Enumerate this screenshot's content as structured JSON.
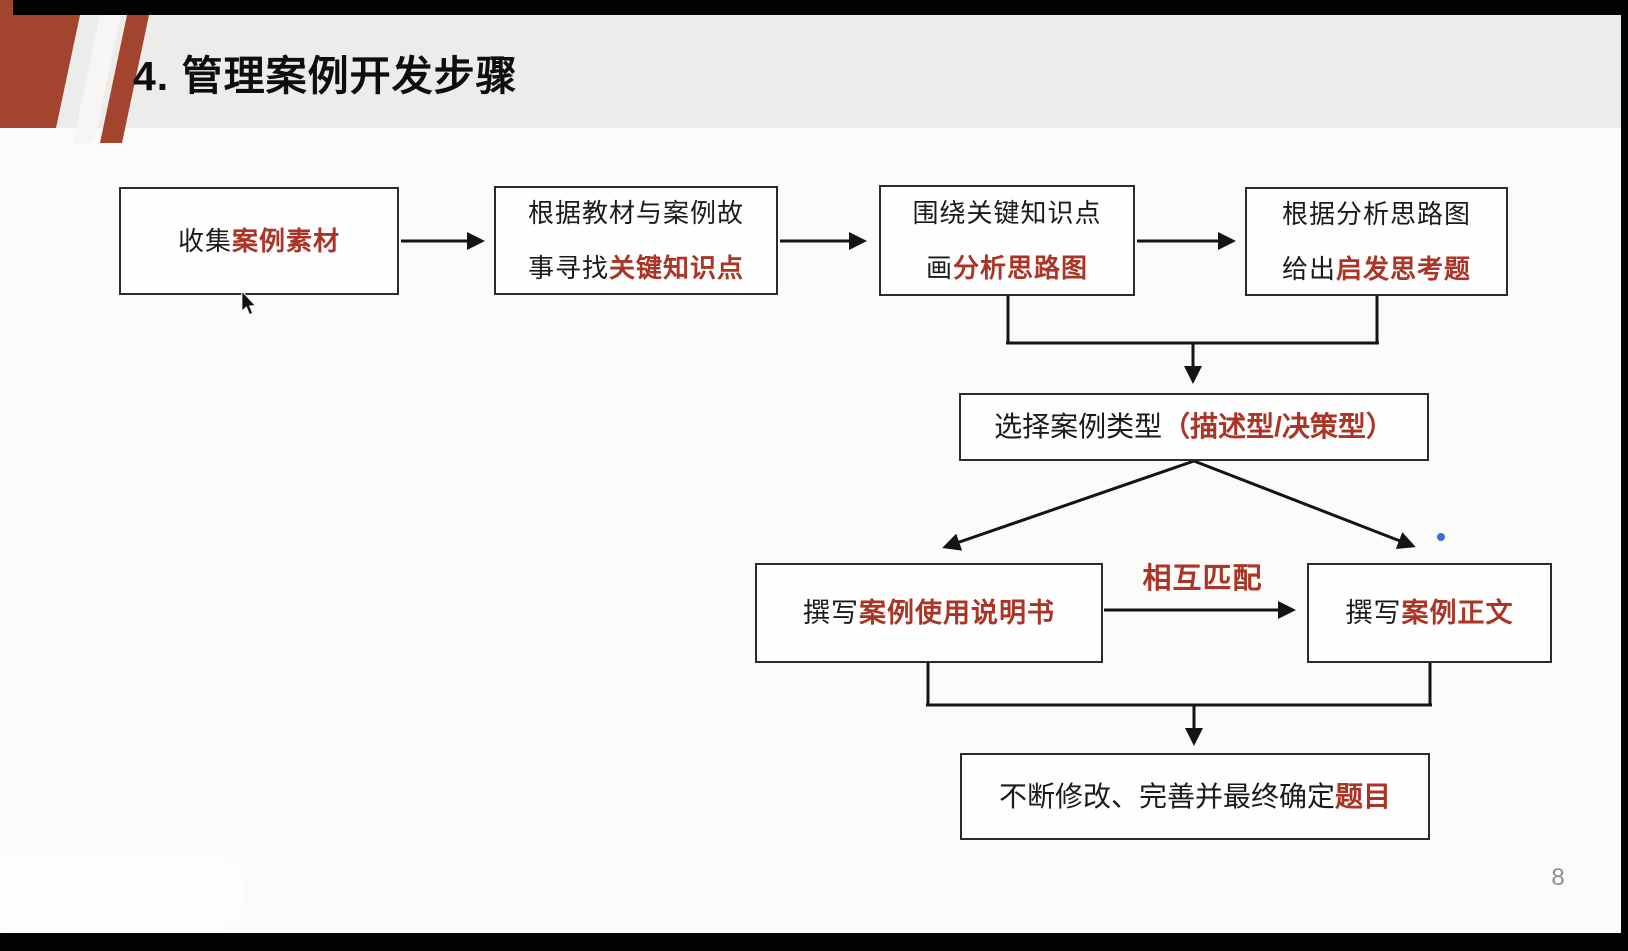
{
  "header": {
    "title": "4. 管理案例开发步骤"
  },
  "colors": {
    "accent_red_shape": "#a3442e",
    "accent_red_text": "#aa3526",
    "banner_gray": "#ececea",
    "slide_background": "#fbfbfa",
    "box_border": "#2b2b2b",
    "laser_dot_blue": "#3f6be0"
  },
  "flowchart": {
    "box1": {
      "black": "收集",
      "red": "案例素材"
    },
    "box2": {
      "line1": "根据教材与案例故",
      "line2_black": "事寻找",
      "line2_red": "关键知识点"
    },
    "box3": {
      "line1": "围绕关键知识点",
      "line2_black": "画",
      "line2_red": "分析思路图"
    },
    "box4": {
      "line1": "根据分析思路图",
      "line2_black": "给出",
      "line2_red": "启发思考题"
    },
    "box5": {
      "black": "选择案例类型",
      "red": "（描述型/决策型）"
    },
    "box6": {
      "black": "撰写",
      "red": "案例使用说明书"
    },
    "box7": {
      "black": "撰写",
      "red": "案例正文"
    },
    "match_label": "相互匹配",
    "box8": {
      "black": "不断修改、完善并最终确定",
      "red": "题目"
    }
  },
  "page_number": "8"
}
